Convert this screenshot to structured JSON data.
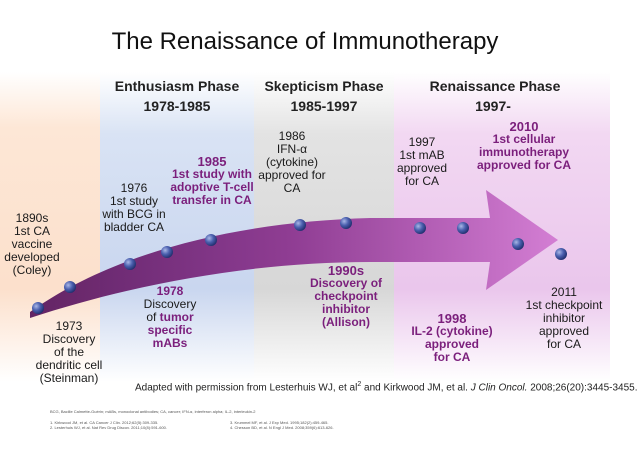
{
  "title": "The Renaissance of Immunotherapy",
  "phases": [
    {
      "name": "Enthusiasm Phase",
      "years": "1978-1985"
    },
    {
      "name": "Skepticism Phase",
      "years": "1985-1997"
    },
    {
      "name": "Renaissance Phase",
      "years": "1997-"
    }
  ],
  "events": {
    "e1890": [
      "1890s",
      "1st CA",
      "vaccine",
      "developed",
      "(Coley)"
    ],
    "e1973": [
      "1973",
      "Discovery",
      "of the",
      "dendritic cell",
      "(Steinman)"
    ],
    "e1976": [
      "1976",
      "1st study",
      "with BCG in",
      "bladder CA"
    ],
    "e1978": {
      "year": "1978",
      "line1": "Discovery",
      "prefix": "of ",
      "hl": "tumor",
      "line3": "specific",
      "line4": "mABs"
    },
    "e1985": [
      "1985",
      "1st study with",
      "adoptive T-cell",
      "transfer in CA"
    ],
    "e1986": [
      "1986",
      "IFN-α",
      "(cytokine)",
      "approved for",
      "CA"
    ],
    "e1990s": [
      "1990s",
      "Discovery of",
      "checkpoint",
      "inhibitor",
      "(Allison)"
    ],
    "e1997": [
      "1997",
      "1st mAB",
      "approved",
      "for CA"
    ],
    "e1998": [
      "1998",
      "IL-2 (cytokine)",
      "approved",
      "for CA"
    ],
    "e2010": [
      "2010",
      "1st cellular",
      "immunotherapy",
      "approved for CA"
    ],
    "e2011": [
      "2011",
      "1st checkpoint",
      "inhibitor",
      "approved",
      "for CA"
    ]
  },
  "citation": {
    "prefix": "Adapted with permission from Lesterhuis WJ, et al",
    "sup1": "2",
    "mid": " and Kirkwood JM, et al. ",
    "journal": "J Clin Oncol.",
    "suffix": " 2008;26(20):3445-3455."
  },
  "abbreviations": "BCG, Bacille Calmette-Guérin; mABs, monoclonal antibodies; CA, cancer; IFN-α, interferon alpha; IL-2, interleukin-2",
  "references": [
    "1.   Kirkwood JM, et al. CA Cancer J Clin. 2012;62(5):309-335.",
    "2.   Lesterhuis WJ, et al. Nat Rev Drug Discov. 2011;10(8):591-600.",
    "3.   Krummel MF, et al. J Exp Med. 1995;182(2):459-465.",
    "4.   Chesson BD, et al. N Engl J Med. 2008;359(6):613-626."
  ],
  "colors": {
    "arrow_dark": "#6a1f6d",
    "arrow_light": "#c95fc8",
    "dot": "#3b4f9a"
  }
}
